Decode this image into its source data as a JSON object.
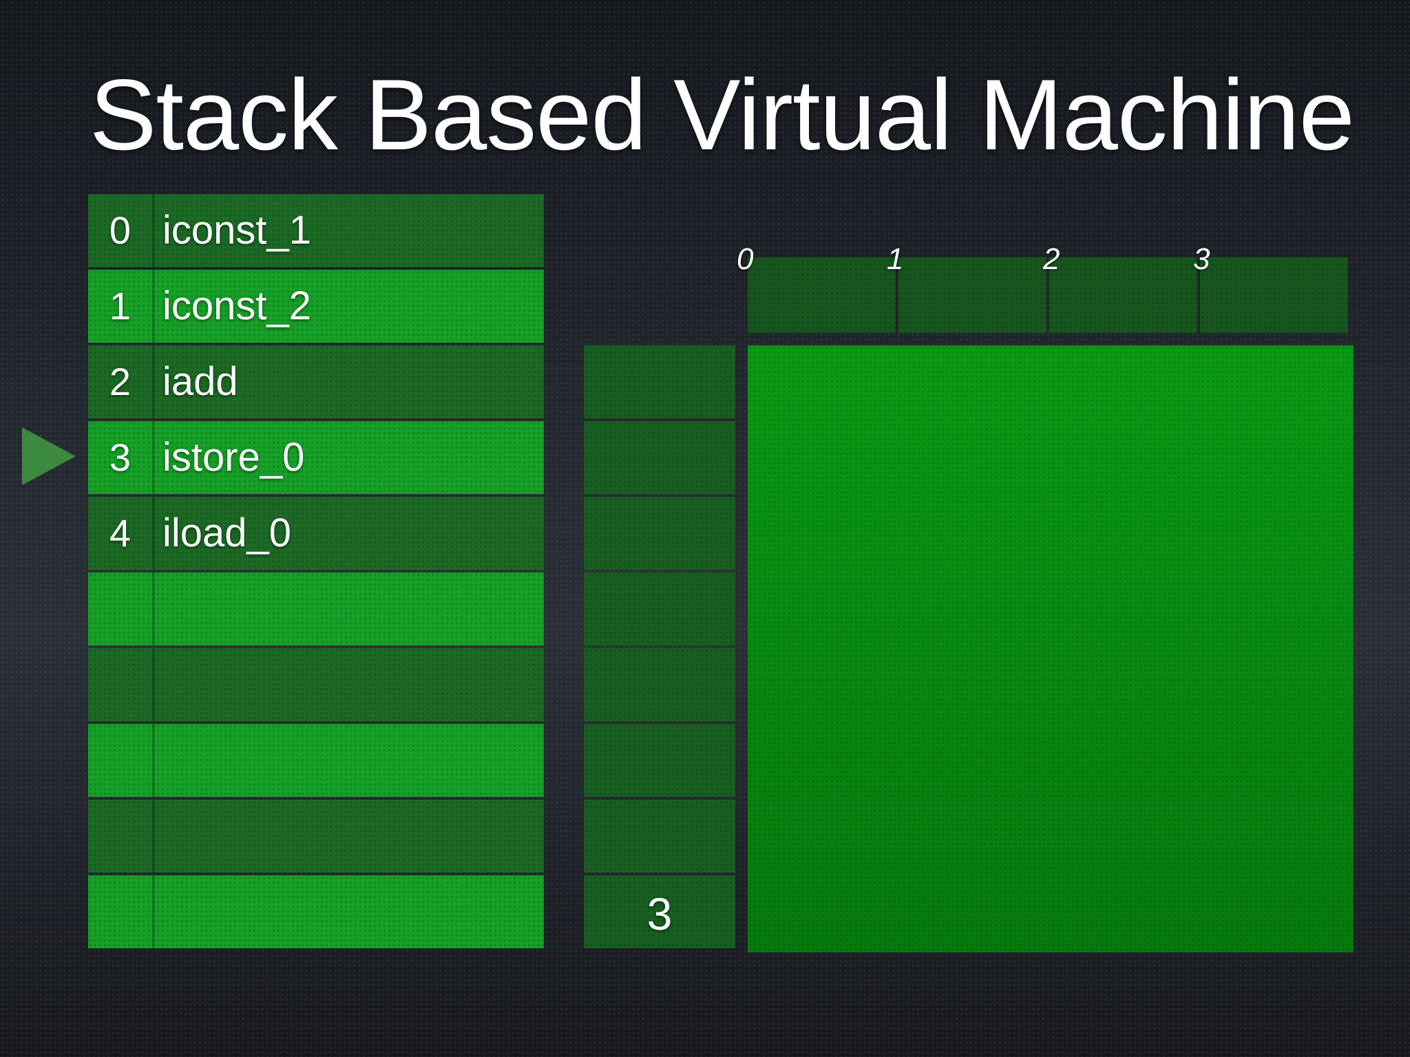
{
  "title": "Stack Based Virtual Machine",
  "colors": {
    "background": "#1e2228",
    "row_dark": "#1c6a25",
    "row_light": "#16a128",
    "stack_slot": "#185f21",
    "locals_cell": "#17571e",
    "heap": "#078e12",
    "pc_arrow": "#3b8a3f",
    "text": "#ffffff"
  },
  "program": {
    "rows": [
      {
        "index": "0",
        "instruction": "iconst_1"
      },
      {
        "index": "1",
        "instruction": "iconst_2"
      },
      {
        "index": "2",
        "instruction": "iadd"
      },
      {
        "index": "3",
        "instruction": "istore_0"
      },
      {
        "index": "4",
        "instruction": "iload_0"
      },
      {
        "index": "",
        "instruction": ""
      },
      {
        "index": "",
        "instruction": ""
      },
      {
        "index": "",
        "instruction": ""
      },
      {
        "index": "",
        "instruction": ""
      },
      {
        "index": "",
        "instruction": ""
      }
    ],
    "current_instruction": "3",
    "pointer_icon": "play-triangle-icon"
  },
  "stack": {
    "slots": [
      "",
      "",
      "",
      "",
      "",
      "",
      "",
      "3"
    ]
  },
  "locals": {
    "labels": [
      "0",
      "1",
      "2",
      "3"
    ],
    "values": [
      "",
      "",
      "",
      ""
    ]
  }
}
